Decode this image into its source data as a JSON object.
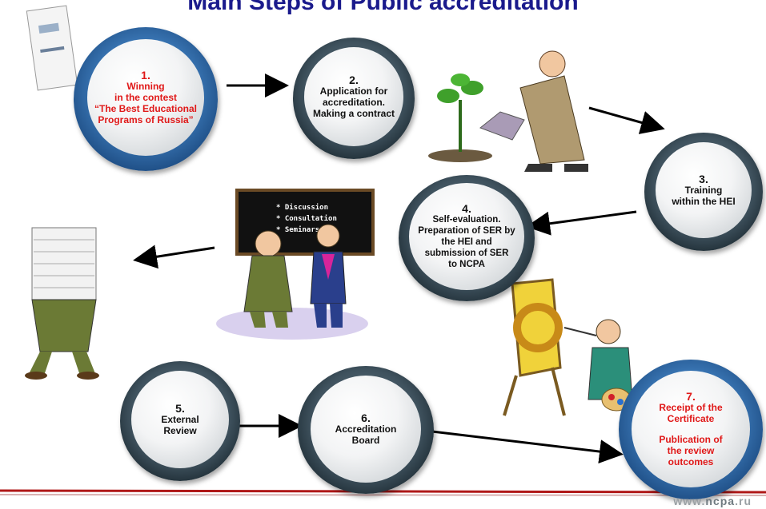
{
  "title": "Main Steps of Public accreditation",
  "steps": [
    {
      "num": "1.",
      "lines": [
        "Winning",
        "in the contest",
        "“The Best Educational",
        "Programs of Russia”"
      ],
      "color": "#e01818",
      "ring": "blue"
    },
    {
      "num": "2.",
      "lines": [
        "Application for",
        "accreditation.",
        "Making a contract"
      ],
      "color": "#111111",
      "ring": "grey"
    },
    {
      "num": "3.",
      "lines": [
        "Training",
        "within the HEI"
      ],
      "color": "#111111",
      "ring": "grey"
    },
    {
      "num": "4.",
      "lines": [
        "Self-evaluation.",
        "Preparation of SER by",
        "the HEI and",
        "submission of SER",
        "to NCPA"
      ],
      "color": "#111111",
      "ring": "grey"
    },
    {
      "num": "5.",
      "lines": [
        "External",
        "Review"
      ],
      "color": "#111111",
      "ring": "grey"
    },
    {
      "num": "6.",
      "lines": [
        "Accreditation",
        "Board"
      ],
      "color": "#111111",
      "ring": "grey"
    },
    {
      "num": "7.",
      "lines": [
        "Receipt of the",
        "Certificate",
        "",
        "Publication of",
        "the review",
        "outcomes"
      ],
      "color": "#e01818",
      "ring": "blue"
    }
  ],
  "board": {
    "items": [
      "* Discussion",
      "* Consultation",
      "* Seminars"
    ]
  },
  "footer": {
    "url_prefix": "www.",
    "url_brand": "ncpa",
    "url_suffix": ".ru"
  },
  "colors": {
    "title": "#1a1a8c",
    "footer_line": "#b01818",
    "arrow": "#000000"
  }
}
